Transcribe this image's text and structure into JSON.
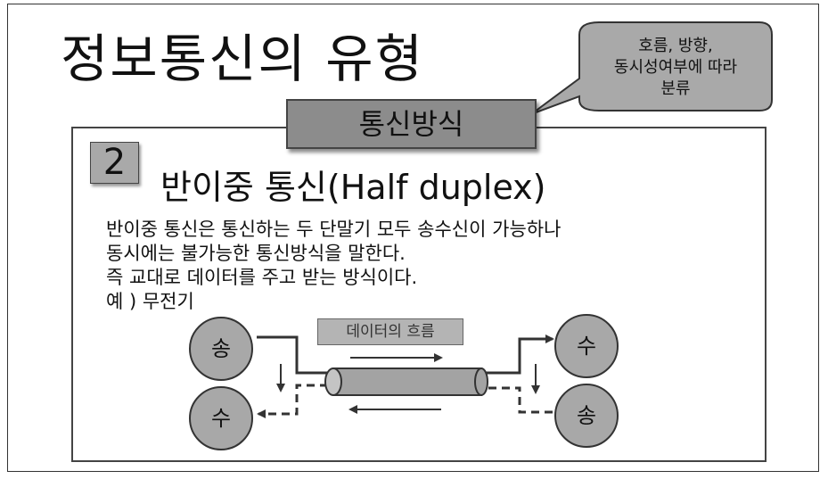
{
  "slide": {
    "title": "정보통신의 유형",
    "callout": "호름, 방향,\n동시성여부에 따라\n분류",
    "method_label": "통신방식"
  },
  "section": {
    "number": "2",
    "heading": "반이중 통신(Half duplex)",
    "lines": [
      "반이중 통신은 통신하는 두 단말기 모두 송수신이 가능하나",
      "동시에는 불가능한 통신방식을 말한다.",
      "즉 교대로 데이터를 주고 받는 방식이다.",
      "예 ) 무전기"
    ]
  },
  "diagram": {
    "flow_label": "데이터의 흐름",
    "left_top_node": "송",
    "left_bottom_node": "수",
    "right_top_node": "수",
    "right_bottom_node": "송"
  }
}
